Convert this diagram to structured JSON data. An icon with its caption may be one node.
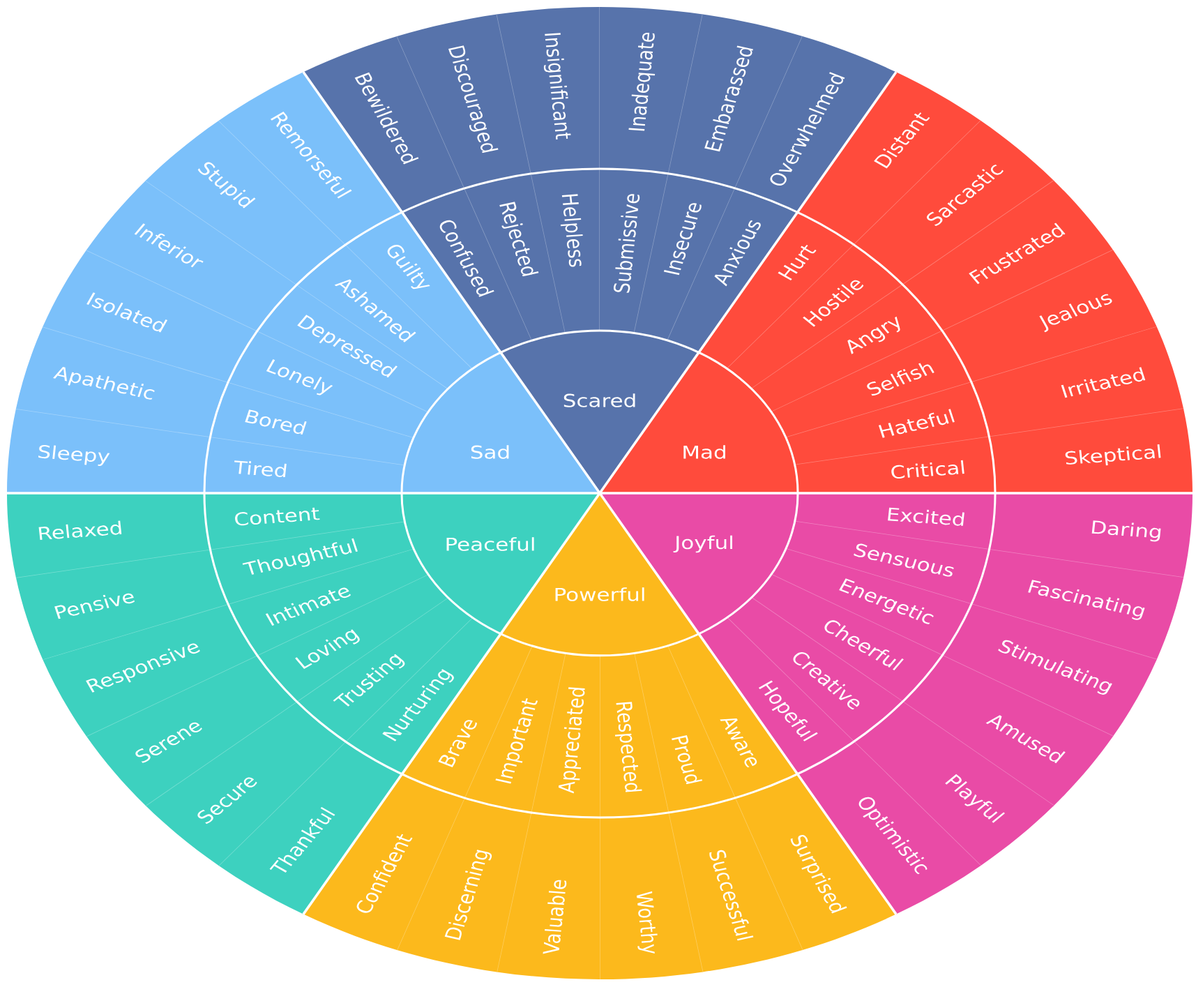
{
  "diagram": {
    "nodes": [
      {
        "text": [
          "Scared"
        ]
      },
      {
        "text": [
          "Confused"
        ]
      },
      {
        "text": [
          "Rejected"
        ]
      },
      {
        "text": [
          "Helpless"
        ]
      },
      {
        "text": [
          "Submissive"
        ]
      },
      {
        "text": [
          "Insecure"
        ]
      },
      {
        "text": [
          "Anxious"
        ]
      },
      {
        "text": [
          "Bewildered"
        ]
      },
      {
        "text": [
          "Discouraged"
        ]
      },
      {
        "text": [
          "Insignificant"
        ]
      },
      {
        "text": [
          "Inadequate"
        ]
      },
      {
        "text": [
          "Embarassed"
        ]
      },
      {
        "text": [
          "Overwhelmed"
        ]
      },
      {
        "text": [
          "Mad"
        ]
      },
      {
        "text": [
          "Hurt"
        ]
      },
      {
        "text": [
          "Hostile"
        ]
      },
      {
        "text": [
          "Angry"
        ]
      },
      {
        "text": [
          "Selfish"
        ]
      },
      {
        "text": [
          "Hateful"
        ]
      },
      {
        "text": [
          "Critical"
        ]
      },
      {
        "text": [
          "Distant"
        ]
      },
      {
        "text": [
          "Sarcastic"
        ]
      },
      {
        "text": [
          "Frustrated"
        ]
      },
      {
        "text": [
          "Jealous"
        ]
      },
      {
        "text": [
          "Irritated"
        ]
      },
      {
        "text": [
          "Skeptical"
        ]
      },
      {
        "text": [
          "Joyful"
        ]
      },
      {
        "text": [
          "Excited"
        ]
      },
      {
        "text": [
          "Sensuous"
        ]
      },
      {
        "text": [
          "Energetic"
        ]
      },
      {
        "text": [
          "Cheerful"
        ]
      },
      {
        "text": [
          "Creative"
        ]
      },
      {
        "text": [
          "Hopeful"
        ]
      },
      {
        "text": [
          "Daring"
        ]
      },
      {
        "text": [
          "Fascinating"
        ]
      },
      {
        "text": [
          "Stimulating"
        ]
      },
      {
        "text": [
          "Amused"
        ]
      },
      {
        "text": [
          "Playful"
        ]
      },
      {
        "text": [
          "Optimistic"
        ]
      },
      {
        "text": [
          "Powerful"
        ]
      },
      {
        "text": [
          "Aware"
        ]
      },
      {
        "text": [
          "Proud"
        ]
      },
      {
        "text": [
          "Respected"
        ]
      },
      {
        "text": [
          "Appreciated"
        ]
      },
      {
        "text": [
          "Important"
        ]
      },
      {
        "text": [
          "Brave"
        ]
      },
      {
        "text": [
          "Surprised"
        ]
      },
      {
        "text": [
          "Successful"
        ]
      },
      {
        "text": [
          "Worthy"
        ]
      },
      {
        "text": [
          "Valuable"
        ]
      },
      {
        "text": [
          "Discerning"
        ]
      },
      {
        "text": [
          "Confident"
        ]
      },
      {
        "text": [
          "Peaceful"
        ]
      },
      {
        "text": [
          "Nurturing"
        ]
      },
      {
        "text": [
          "Trusting"
        ]
      },
      {
        "text": [
          "Loving"
        ]
      },
      {
        "text": [
          "Intimate"
        ]
      },
      {
        "text": [
          "Thoughtful"
        ]
      },
      {
        "text": [
          "Content"
        ]
      },
      {
        "text": [
          "Thankful"
        ]
      },
      {
        "text": [
          "Secure"
        ]
      },
      {
        "text": [
          "Serene"
        ]
      },
      {
        "text": [
          "Responsive"
        ]
      },
      {
        "text": [
          "Pensive"
        ]
      },
      {
        "text": [
          "Relaxed"
        ]
      },
      {
        "text": [
          "Sad"
        ]
      },
      {
        "text": [
          "Tired"
        ]
      },
      {
        "text": [
          "Bored"
        ]
      },
      {
        "text": [
          "Lonely"
        ]
      },
      {
        "text": [
          "Depressed"
        ]
      },
      {
        "text": [
          "Ashamed"
        ]
      },
      {
        "text": [
          "Guilty"
        ]
      },
      {
        "text": [
          "Sleepy"
        ]
      },
      {
        "text": [
          "Apathetic"
        ]
      },
      {
        "text": [
          "Isolated"
        ]
      },
      {
        "text": [
          "Inferior"
        ]
      },
      {
        "text": [
          "Stupid"
        ]
      },
      {
        "text": [
          "Remorseful"
        ]
      }
    ]
  }
}
